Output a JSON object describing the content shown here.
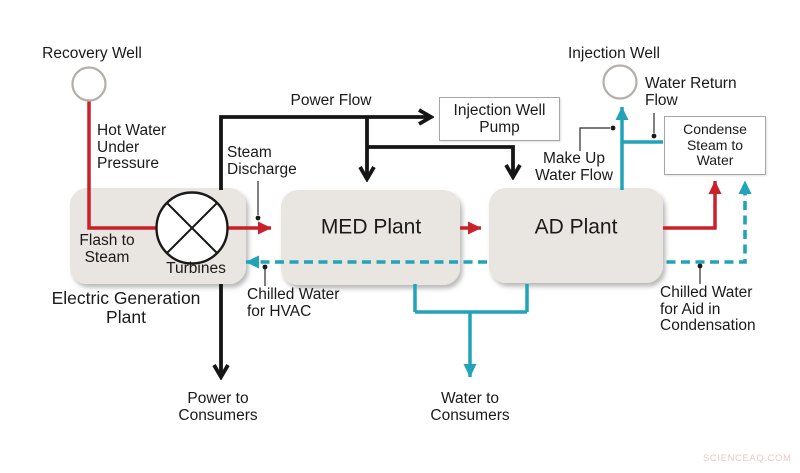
{
  "colors": {
    "hot_red": "#c9202a",
    "water_teal": "#21a3b8",
    "power_black": "#151515",
    "plant_fill": "#e9e5e1"
  },
  "wells": {
    "recovery": "Recovery Well",
    "injection": "Injection Well"
  },
  "plants": {
    "electric_generation": {
      "label": "Electric Generation\nPlant",
      "flash_to_steam": "Flash to\nSteam",
      "turbines": "Turbines"
    },
    "med": "MED Plant",
    "ad": "AD Plant"
  },
  "equipment": {
    "injection_well_pump": "Injection Well\nPump",
    "condense_steam_to_water": "Condense\nSteam to\nWater"
  },
  "flow_labels": {
    "hot_water_under_pressure": "Hot Water\nUnder\nPressure",
    "power_flow": "Power Flow",
    "steam_discharge": "Steam\nDischarge",
    "water_return_flow": "Water Return\nFlow",
    "make_up_water_flow": "Make Up\nWater Flow",
    "chilled_water_hvac": "Chilled Water\nfor HVAC",
    "chilled_water_condensation": "Chilled Water\nfor Aid in\nCondensation",
    "power_to_consumers": "Power to\nConsumers",
    "water_to_consumers": "Water to\nConsumers"
  },
  "watermark": "SCIENCEAQ.COM"
}
